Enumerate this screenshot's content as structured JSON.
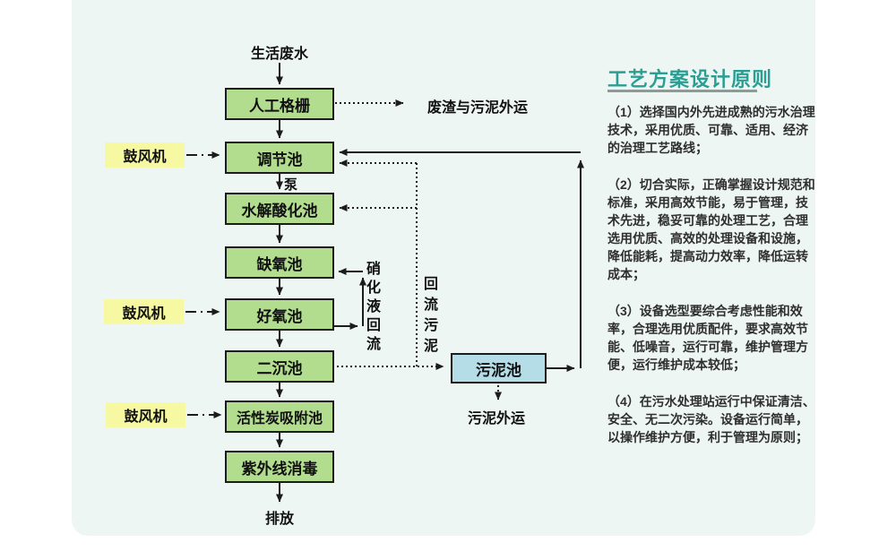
{
  "flow": {
    "source": "生活废水",
    "boxes": [
      {
        "label": "人工格栅"
      },
      {
        "label": "调节池"
      },
      {
        "label": "水解酸化池"
      },
      {
        "label": "缺氧池"
      },
      {
        "label": "好氧池"
      },
      {
        "label": "二沉池"
      },
      {
        "label": "活性炭吸附池"
      },
      {
        "label": "紫外线消毒"
      }
    ],
    "sludge_tank": "污泥池",
    "blower": "鼓风机",
    "pump": "泵",
    "waste_out": "废渣与污泥外运",
    "sludge_out": "污泥外运",
    "discharge": "排放",
    "nitrify_return": "硝化液回流",
    "sludge_return": "回流污泥"
  },
  "principles": {
    "title": "工艺方案设计原则",
    "items": [
      "（1）选择国内外先进成熟的污水治理技术，采用优质、可靠、适用、经济的治理工艺路线；",
      "（2）切合实际，正确掌握设计规范和标准，采用高效节能，易于管理，技术先进，稳妥可靠的处理工艺，合理选用优质、高效的处理设备和设施，降低能耗，提高动力效率，降低运转成本；",
      "（3）设备选型要综合考虑性能和效率，合理选用优质配件，要求高效节能、低噪音，运行可靠，维护管理方便，运行维护成本较低；",
      "（4）在污水处理站运行中保证清洁、安全、无二次污染。设备运行简单，以操作维护方便，利于管理为原则；"
    ]
  },
  "colors": {
    "accent_teal": "#2b9e94",
    "process_box_green": "#b2dc8e",
    "blower_yellow": "#f6f9a1",
    "sludge_blue": "#b5dde8",
    "panel_bg": "#eef6f3",
    "line": "#1c1c1c"
  }
}
